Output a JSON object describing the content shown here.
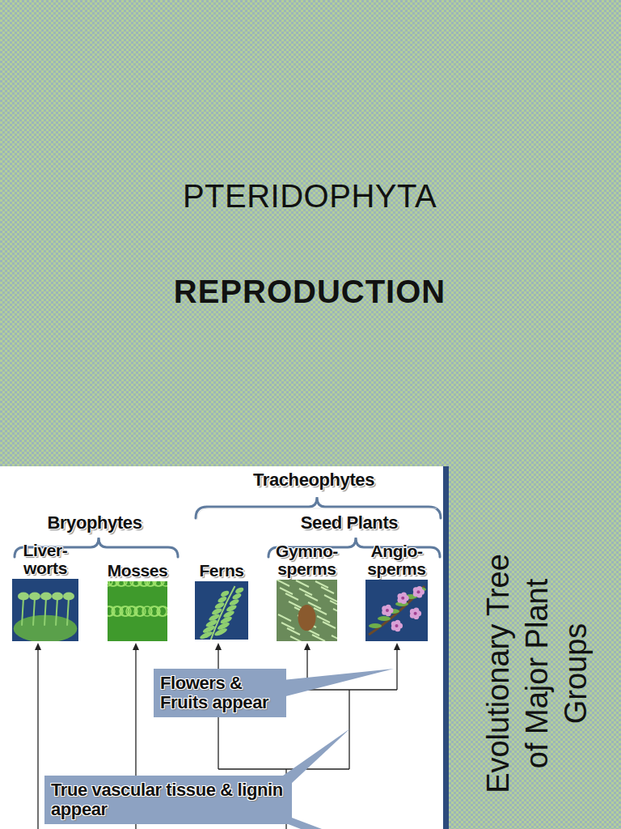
{
  "diagram": {
    "title": "PTERIDOPHYTA",
    "nodes": [
      {
        "text": [
          "Liver- worts"
        ]
      },
      {
        "text": [
          "Mosses"
        ]
      },
      {
        "text": [
          "Ferns"
        ]
      },
      {
        "text": [
          "Gymno- sperms"
        ]
      },
      {
        "text": [
          "Angio- sperms"
        ]
      },
      {
        "text": [
          "Flowers & Fruits appear"
        ]
      },
      {
        "text": [
          "True vascular tissue & lignin appear"
        ]
      }
    ],
    "labels": [
      "REPRODUCTION",
      "Tracheophytes",
      "Bryophytes",
      "Seed Plants",
      "Evolutionary Tree of Major Plant Groups"
    ]
  }
}
